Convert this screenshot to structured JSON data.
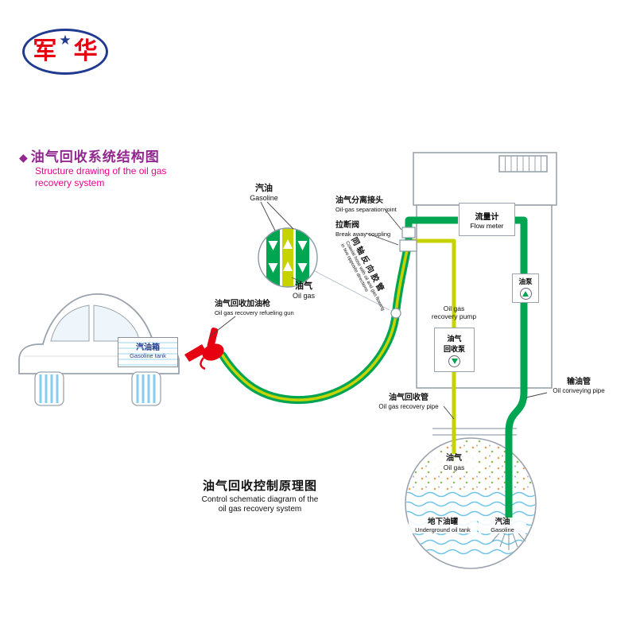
{
  "logo": {
    "char_left": "军",
    "char_right": "华",
    "star": "★"
  },
  "header": {
    "diamond": "◆",
    "title_cn": "油气回收系统结构图",
    "subtitle_en_1": "Structure drawing of the oil gas",
    "subtitle_en_2": "recovery system"
  },
  "inset": {
    "gasoline_cn": "汽油",
    "gasoline_en": "Gasoline",
    "oilgas_cn": "油气",
    "oilgas_en": "Oil gas",
    "coaxial_cn": "同轴反向胶管",
    "coaxial_en_1": "Coaxial hose with oil and gas flowing",
    "coaxial_en_2": "in two opposite directions"
  },
  "callouts": {
    "separation_cn": "油气分离接头",
    "separation_en": "Oil-gas separation joint",
    "breakaway_cn": "拉断阀",
    "breakaway_en": "Break away coupling",
    "gun_cn": "油气回收加油枪",
    "gun_en": "Oil gas recovery refueling gun",
    "recovery_pipe_cn": "油气回收管",
    "recovery_pipe_en": "Oil gas recovery pipe",
    "conveying_pipe_cn": "输油管",
    "conveying_pipe_en": "Oil conveying pipe"
  },
  "car": {
    "tank_cn": "汽油箱",
    "tank_en": "Gasoline tank"
  },
  "dispenser": {
    "flow_meter_cn": "流量计",
    "flow_meter_en": "Flow meter",
    "oil_pump_cn": "油泵",
    "recovery_pump_en_1": "Oil gas",
    "recovery_pump_en_2": "recovery pump",
    "recovery_pump_cn_1": "油气",
    "recovery_pump_cn_2": "回收泵"
  },
  "tank": {
    "oilgas_cn": "油气",
    "oilgas_en": "Oil gas",
    "name_cn": "地下油罐",
    "name_en": "Underground oil tank",
    "gasoline_cn": "汽油",
    "gasoline_en": "Gasoline"
  },
  "footer": {
    "title_cn": "油气回收控制原理图",
    "subtitle_en_1": "Control schematic diagram of the",
    "subtitle_en_2": "oil gas recovery system"
  },
  "colors": {
    "pipe_green": "#00a551",
    "pipe_yellow": "#c6d300",
    "title_purple": "#92278f",
    "subtitle_magenta": "#ec008c",
    "logo_navy": "#203a8f",
    "logo_red": "#e60012",
    "accent_blue": "#86cdee",
    "outline_gray": "#9aa3ad"
  }
}
